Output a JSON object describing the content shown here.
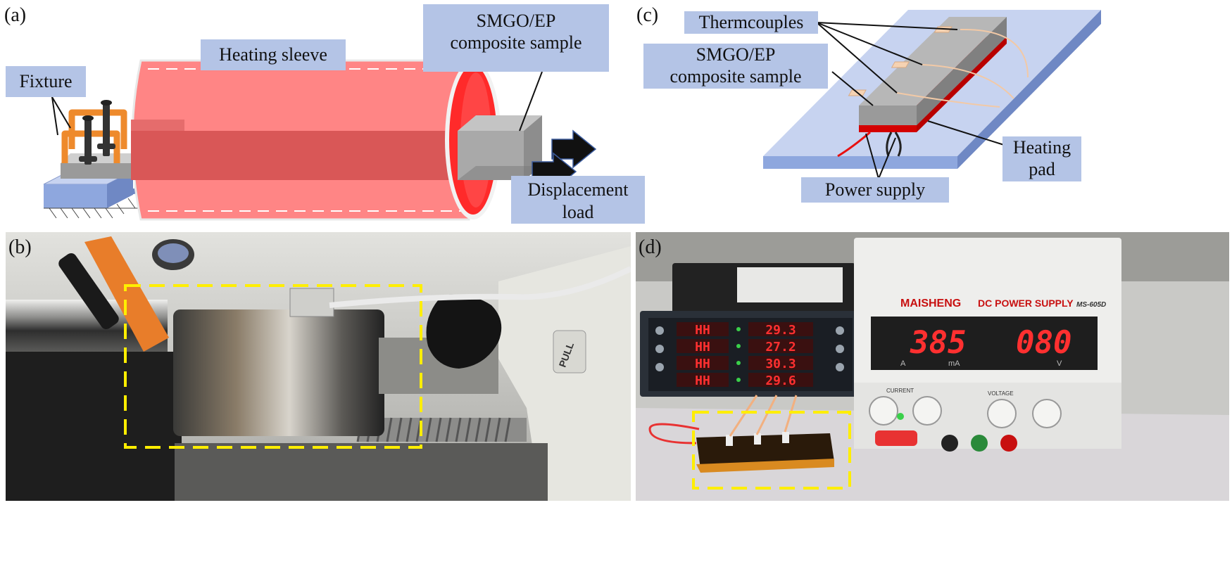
{
  "panel_a": {
    "letter": "(a)",
    "fixture": "Fixture",
    "heating_sleeve": "Heating sleeve",
    "sample_l1": "SMGO/EP",
    "sample_l2": "composite sample",
    "disp_l1": "Displacement",
    "disp_l2": "load"
  },
  "panel_b": {
    "letter": "(b)",
    "knob_text": "PULL"
  },
  "panel_c": {
    "letter": "(c)",
    "thermocouples": "Thermcouples",
    "sample_l1": "SMGO/EP",
    "sample_l2": "composite sample",
    "heating_l1": "Heating",
    "heating_l2": "pad",
    "power_supply": "Power supply"
  },
  "panel_d": {
    "letter": "(d)",
    "brand": "MAISHENG",
    "psu_title": "DC POWER SUPPLY",
    "psu_model": "MS-605D",
    "current_display": "385",
    "voltage_display": "080",
    "current_unit_a": "A",
    "current_unit_ma": "mA",
    "voltage_unit": "V",
    "current_knob_label": "CURRENT",
    "voltage_knob_label": "VOLTAGE",
    "meter_readings": [
      "29.3",
      "27.2",
      "30.3",
      "29.6"
    ],
    "meter_channel_text": "HH"
  },
  "colors": {
    "label_box": "#b4c4e6",
    "sleeve": "#ff8585",
    "sleeve_rim": "#ff2a2a",
    "sample": "#a9a9a9",
    "plate": "#a8bde6",
    "fixture": "#ee8a2c",
    "heating_pad": "#e81010",
    "dashed_box": "#ffee00"
  }
}
